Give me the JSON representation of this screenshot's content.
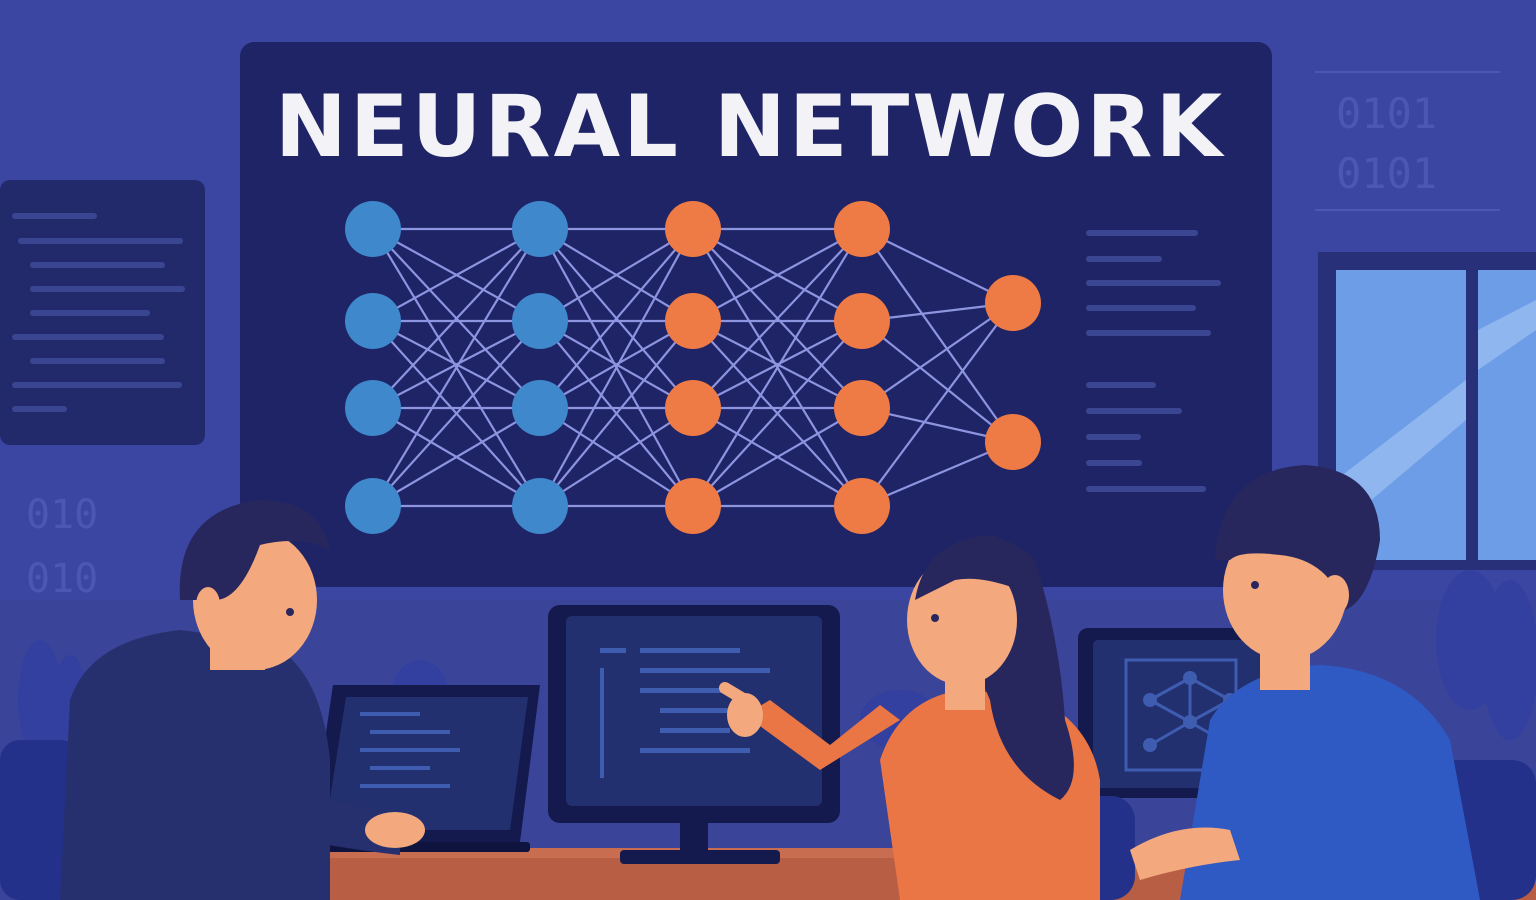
{
  "board": {
    "title": "NEURAL NETWORK",
    "colors": {
      "background": "#1f2466",
      "input_node": "#3f88cc",
      "hidden_node": "#ee7a45",
      "edge": "#8e95e0",
      "title": "#f2f2f7"
    },
    "layers": [
      {
        "name": "input",
        "nodes": 4,
        "color": "input_node"
      },
      {
        "name": "hidden-1",
        "nodes": 4,
        "color": "input_node"
      },
      {
        "name": "hidden-2",
        "nodes": 4,
        "color": "hidden_node"
      },
      {
        "name": "hidden-3",
        "nodes": 4,
        "color": "hidden_node"
      },
      {
        "name": "output",
        "nodes": 2,
        "color": "hidden_node"
      }
    ]
  },
  "decor": {
    "binary_left": [
      "010",
      "010"
    ],
    "binary_right": [
      "0101",
      "0101"
    ]
  },
  "people": [
    {
      "name": "man-on-laptop",
      "shirt_color": "#27306e"
    },
    {
      "name": "woman-pointing",
      "shirt_color": "#ea7545"
    },
    {
      "name": "man-watching",
      "shirt_color": "#2f5ac4"
    }
  ],
  "colors": {
    "wall": "#3b46a3",
    "desk": "#b85e44",
    "skin": "#f3a97d",
    "hair": "#27275e",
    "window_glass": "#6d9de6",
    "screen": "#23306f",
    "chair": "#24318a"
  }
}
